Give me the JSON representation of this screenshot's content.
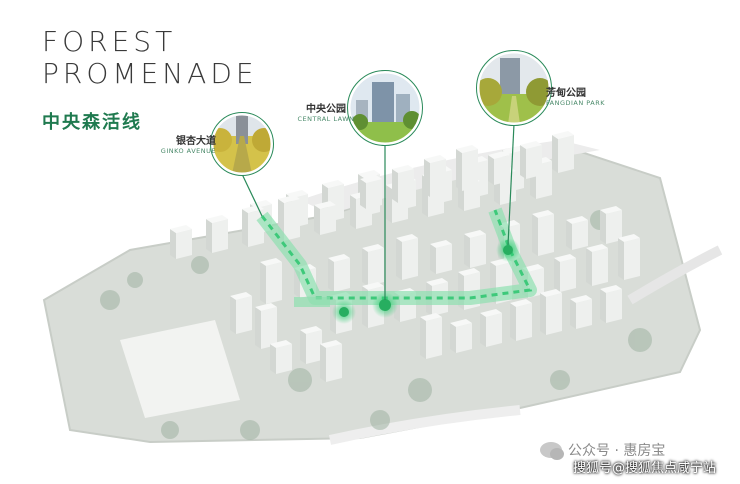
{
  "title": {
    "line1": "FOREST",
    "line2": "PROMENADE",
    "cn": "中央森活线"
  },
  "callouts": [
    {
      "cn": "银杏大道",
      "en": "GINKO AVENUE"
    },
    {
      "cn": "中央公园",
      "en": "CENTRAL LAWN"
    },
    {
      "cn": "芳甸公园",
      "en": "FANGDIAN PARK"
    }
  ],
  "wechat": "公众号 · 惠房宝",
  "watermark": "搜狐号@搜狐焦点咸宁站",
  "colors": {
    "accent": "#1f7a4f",
    "path": "#7fd3a0",
    "node": "#2ecc71"
  }
}
